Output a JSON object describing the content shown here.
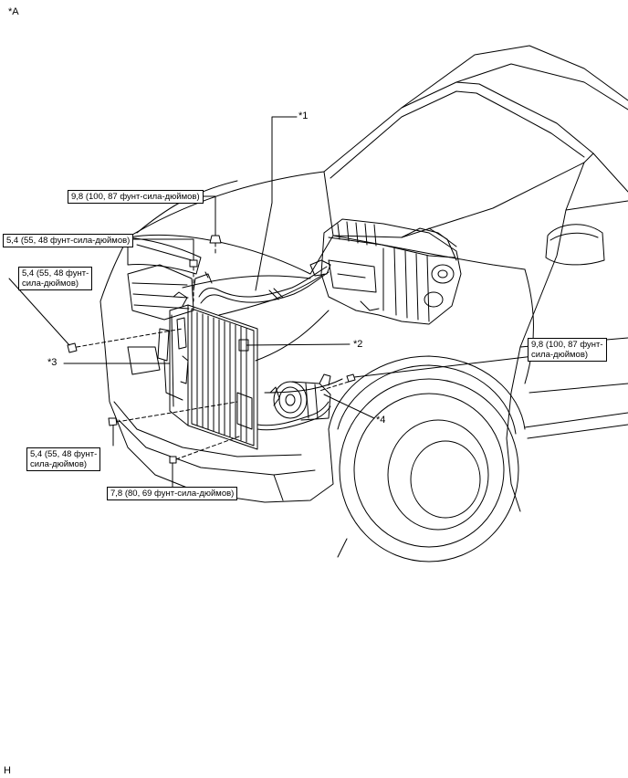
{
  "corner_labels": {
    "top_left": "*A",
    "bottom_left": "H"
  },
  "callouts": {
    "c1": "*1",
    "c2": "*2",
    "c3": "*3",
    "c4": "*4"
  },
  "torque_specs": {
    "t1": [
      "9,8 (100, 87 фунт-сила-дюймов)"
    ],
    "t2": [
      "5,4 (55, 48 фунт-сила-дюймов)"
    ],
    "t3": [
      "5,4 (55, 48 фунт-",
      "сила-дюймов)"
    ],
    "t4": [
      "9,8 (100, 87 фунт-",
      "сила-дюймов)"
    ],
    "t5": [
      "5,4 (55, 48 фунт-",
      "сила-дюймов)"
    ],
    "t6": [
      "7,8 (80, 69 фунт-сила-дюймов)"
    ]
  },
  "colors": {
    "line": "#000000",
    "background": "#ffffff",
    "fill_grey": "#d8d8d8"
  }
}
